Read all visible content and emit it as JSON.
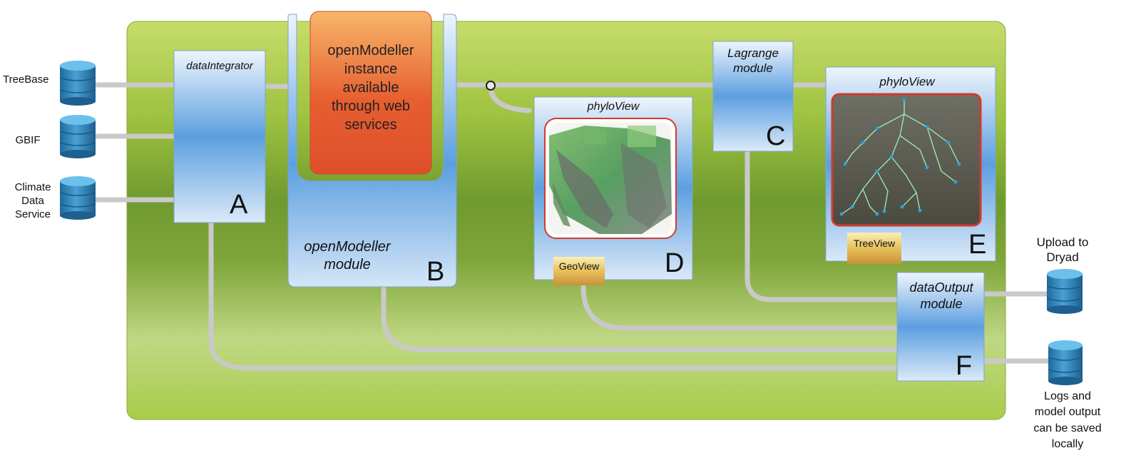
{
  "sources": [
    {
      "id": "treebase",
      "label": "TreeBase"
    },
    {
      "id": "gbif",
      "label": "GBIF"
    },
    {
      "id": "climate",
      "label": "Climate\nData\nService"
    }
  ],
  "modules": {
    "data_integrator": {
      "title": "dataIntegrator",
      "letter": "A"
    },
    "open_modeller": {
      "title": "openModeller\nmodule",
      "letter": "B",
      "instance_text": "openModeller\ninstance\navailable\nthrough web\nservices"
    },
    "lagrange": {
      "title": "Lagrange\nmodule",
      "letter": "C"
    },
    "phylo_view_geo": {
      "title": "phyloView",
      "letter": "D",
      "badge": "GeoView"
    },
    "phylo_view_tree": {
      "title": "phyloView",
      "letter": "E",
      "badge": "TreeView"
    },
    "data_output": {
      "title": "dataOutput\nmodule",
      "letter": "F"
    }
  },
  "outputs": [
    {
      "id": "dryad",
      "label": "Upload to\nDryad"
    },
    {
      "id": "logs",
      "label": "Logs and\nmodel output\ncan be saved\nlocally"
    }
  ],
  "colors": {
    "background_green_top": "#b8d45a",
    "background_green_mid": "#6f9a2e",
    "module_blue": "#5a9ee0",
    "module_light": "#e8f1fb",
    "instance_orange": "#f09a4a",
    "instance_red": "#e2512c",
    "database_blue": "#2f7fb4",
    "badge_gold": "#e6b84a",
    "connector_gray": "#c9c9c9"
  }
}
